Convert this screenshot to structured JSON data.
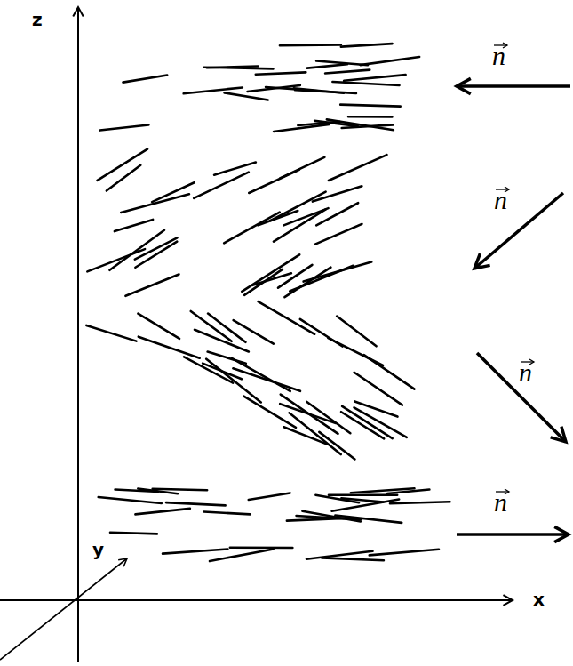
{
  "diagram": {
    "labels": [
      "z",
      "x",
      "y",
      "n",
      "n",
      "n",
      "n"
    ]
  }
}
